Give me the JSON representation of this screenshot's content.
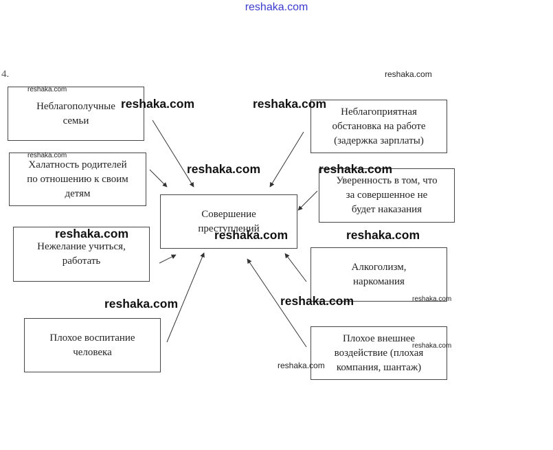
{
  "site_header": "reshaka.com",
  "task_number": "4.",
  "center": {
    "label": "Совершение\nпреступлений"
  },
  "causes": [
    {
      "id": "family",
      "label": "Неблагополучные\nсемьи"
    },
    {
      "id": "parents",
      "label": "Халатность родителей\nпо отношению к своим\nдетям"
    },
    {
      "id": "study",
      "label": "Нежелание учиться,\nработать"
    },
    {
      "id": "upbringing",
      "label": "Плохое воспитание\nчеловека"
    },
    {
      "id": "work",
      "label": "Неблагоприятная\nобстановка на работе\n(задержка зарплаты)"
    },
    {
      "id": "impunity",
      "label": "Уверенность в том, что\nза совершенное не\nбудет наказания"
    },
    {
      "id": "alcohol",
      "label": "Алкоголизм,\nнаркомания"
    },
    {
      "id": "influence",
      "label": "Плохое внешнее\nвоздействие (плохая\nкомпания, шантаж)"
    }
  ],
  "watermarks": {
    "large": "reshaka.com",
    "small": "reshaka.com"
  }
}
